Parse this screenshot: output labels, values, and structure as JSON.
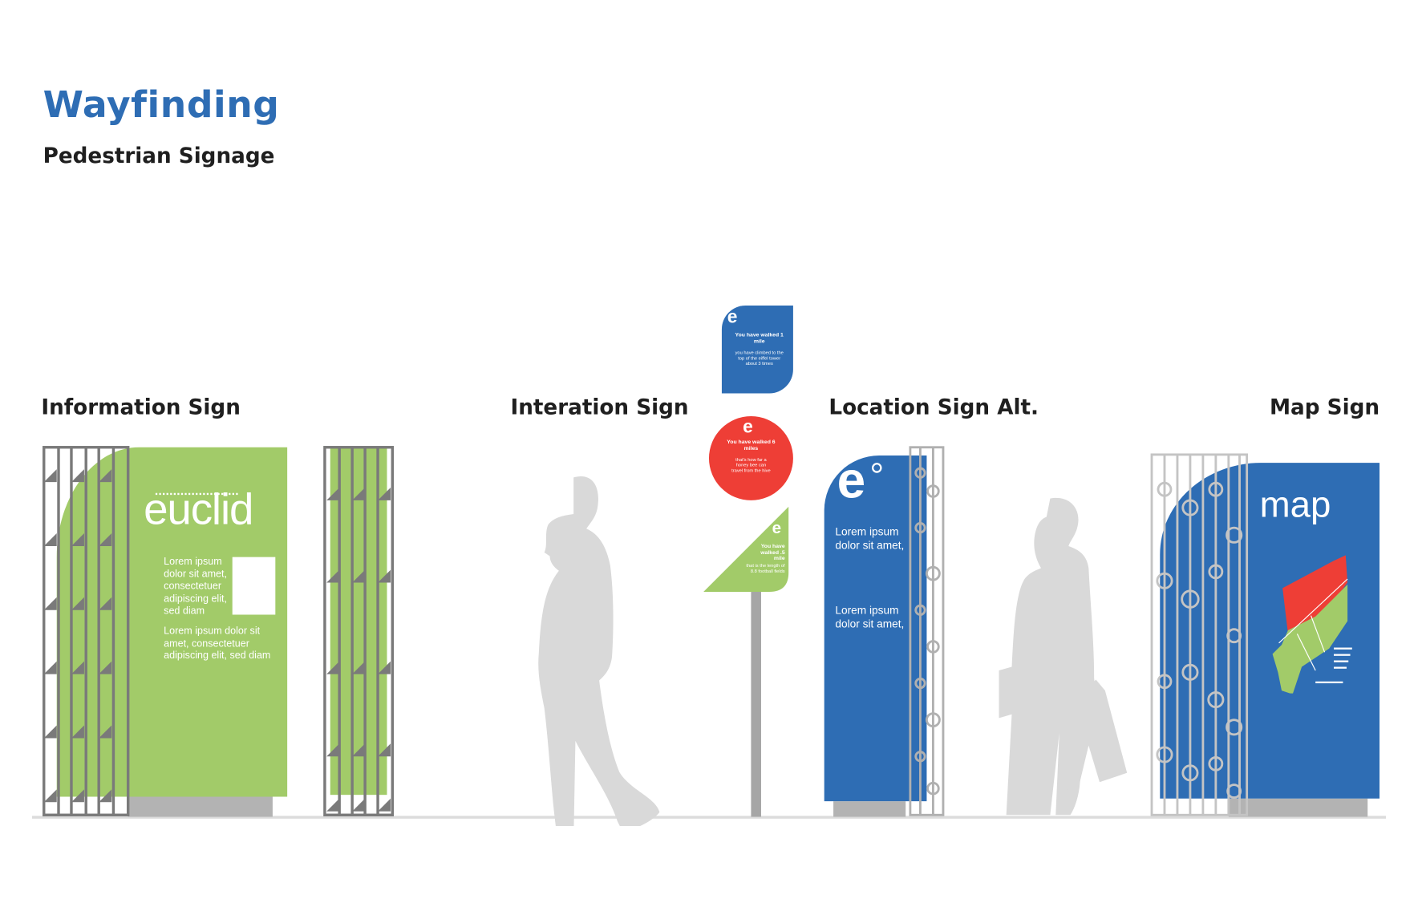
{
  "header": {
    "title": "Wayfinding",
    "subtitle": "Pedestrian Signage"
  },
  "colors": {
    "blue": "#2e6db4",
    "green": "#a2cb69",
    "red": "#ee3e36",
    "gray": "#d9d9d9"
  },
  "signs": {
    "information": {
      "heading": "Information Sign",
      "brand": "euclid",
      "text1": "Lorem ipsum dolor sit amet, consectetuer adipiscing elit, sed diam",
      "text2": "Lorem ipsum dolor sit amet, consectetuer adipiscing elit, sed diam"
    },
    "interaction": {
      "heading": "Interation Sign",
      "blue_title": "You have walked 1 mile",
      "blue_body": "you have climbed to the top of the eiffel tower about 3 times",
      "red_title": "You have walked 6 miles",
      "red_body": "that's how far a honey bee can travel from the hive",
      "green_title": "You have walked .5 mile",
      "green_body": "that is the length of 8.8 football fields"
    },
    "location": {
      "heading": "Location Sign Alt.",
      "text1": "Lorem ipsum dolor sit amet,",
      "text2": "Lorem ipsum dolor sit amet,"
    },
    "map": {
      "heading": "Map Sign",
      "label": "map"
    }
  }
}
